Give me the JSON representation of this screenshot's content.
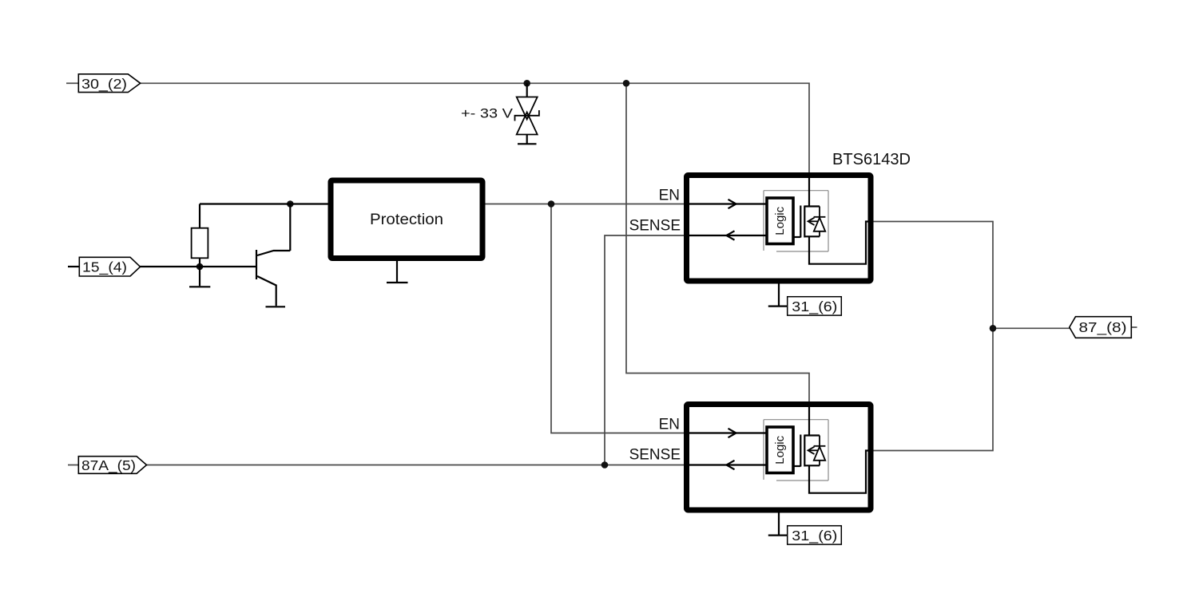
{
  "diagram": {
    "type": "circuit-schematic",
    "background": "#ffffff",
    "wire_color": "#4a4a4a",
    "symbol_color": "#000000",
    "connectors": {
      "c30": {
        "label": "30_(2)",
        "points": "right"
      },
      "c15": {
        "label": "15_(4)",
        "points": "right"
      },
      "c87a": {
        "label": "87A_(5)",
        "points": "right"
      },
      "c87": {
        "label": "87_(8)",
        "points": "left"
      }
    },
    "tvs": {
      "label": "+- 33 V"
    },
    "protection": {
      "label": "Protection"
    },
    "switch1": {
      "part": "BTS6143D",
      "en": "EN",
      "sense": "SENSE",
      "logic": "Logic",
      "gnd": "31_(6)"
    },
    "switch2": {
      "en": "EN",
      "sense": "SENSE",
      "logic": "Logic",
      "gnd": "31_(6)"
    }
  }
}
